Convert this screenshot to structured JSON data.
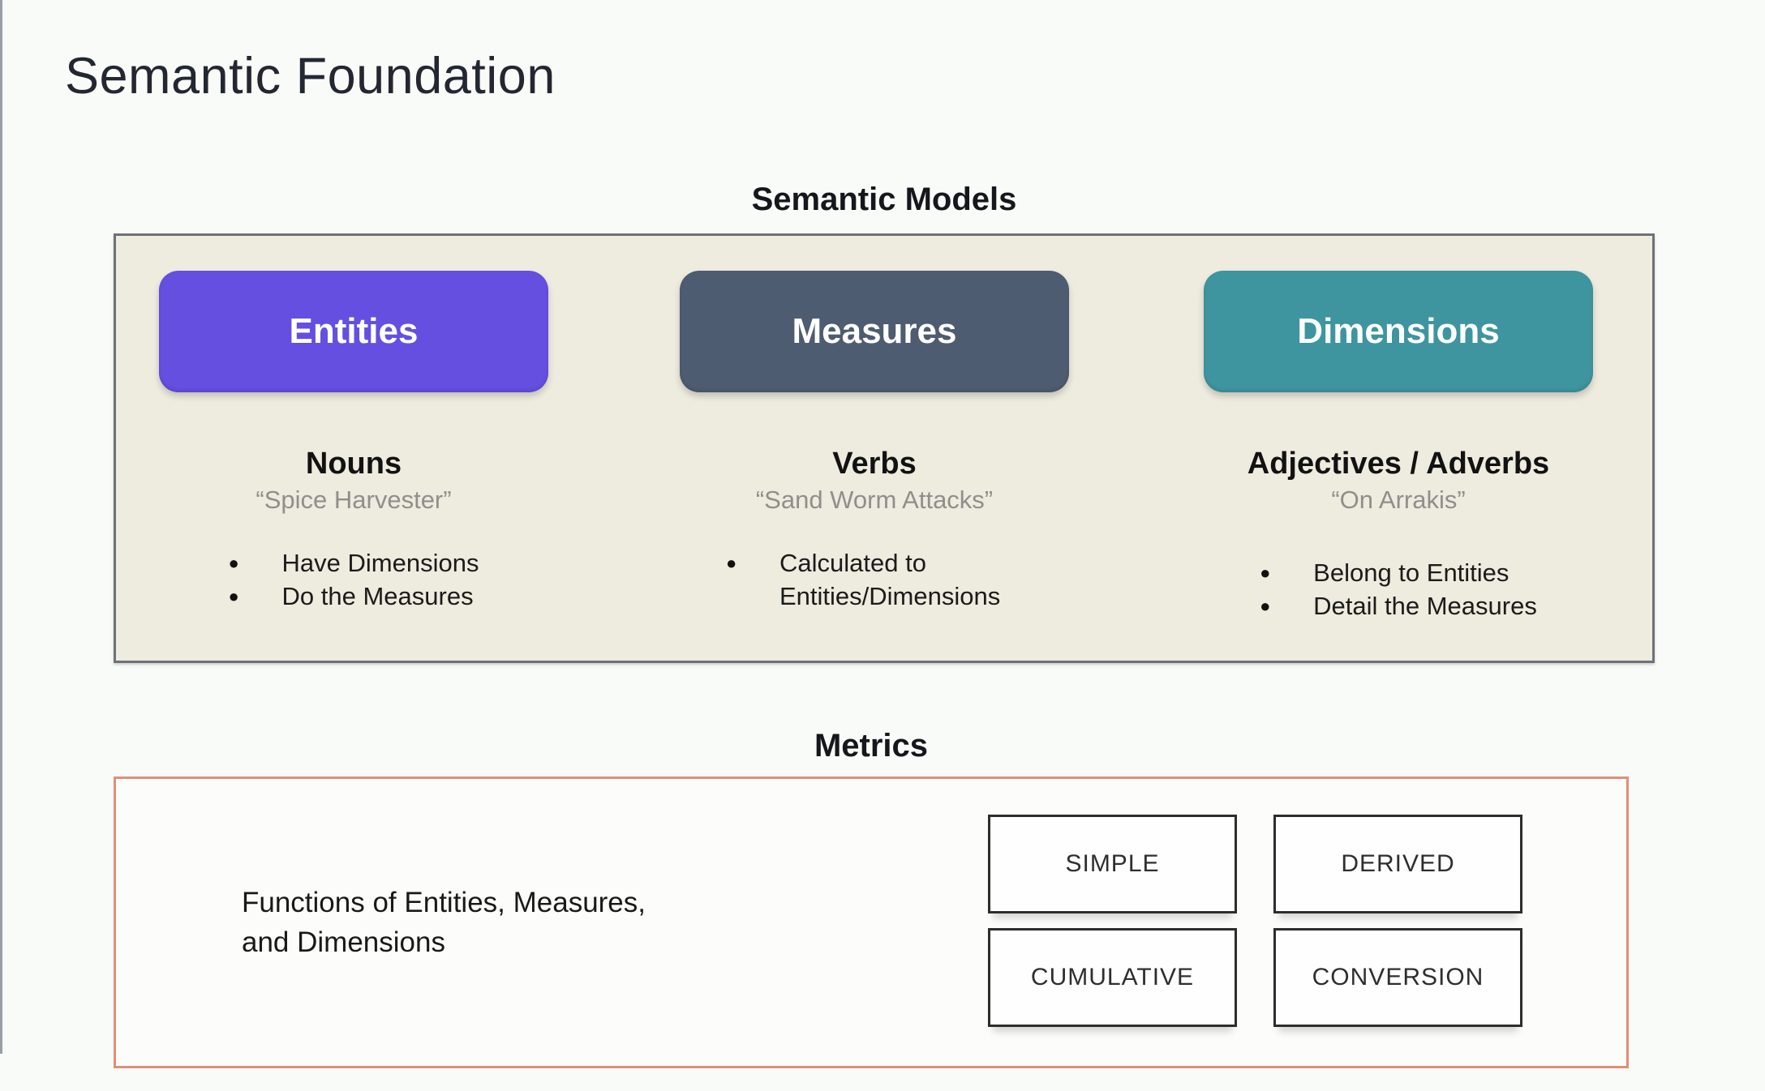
{
  "page": {
    "title": "Semantic Foundation"
  },
  "semantic_models": {
    "heading": "Semantic Models",
    "columns": [
      {
        "button": "Entities",
        "header": "Nouns",
        "quote": "“Spice Harvester”",
        "bullets": [
          "Have Dimensions",
          "Do the Measures"
        ]
      },
      {
        "button": "Measures",
        "header": "Verbs",
        "quote": "“Sand Worm Attacks”",
        "bullets": [
          "Calculated to Entities/Dimensions"
        ]
      },
      {
        "button": "Dimensions",
        "header": "Adjectives / Adverbs",
        "quote": "“On Arrakis”",
        "bullets": [
          "Belong to Entities",
          "Detail the Measures"
        ]
      }
    ]
  },
  "metrics": {
    "heading": "Metrics",
    "description": "Functions of Entities, Measures, and Dimensions",
    "types": [
      "SIMPLE",
      "DERIVED",
      "CUMULATIVE",
      "CONVERSION"
    ]
  },
  "colors": {
    "entities_button": "#654fe0",
    "measures_button": "#4e5c71",
    "dimensions_button": "#3e95a0",
    "models_panel_bg": "#eeebdf",
    "models_panel_border": "#6e7276",
    "metrics_box_border": "#e08f76",
    "quote_text": "#8f8f8b",
    "page_bg": "#f9fbf8"
  }
}
